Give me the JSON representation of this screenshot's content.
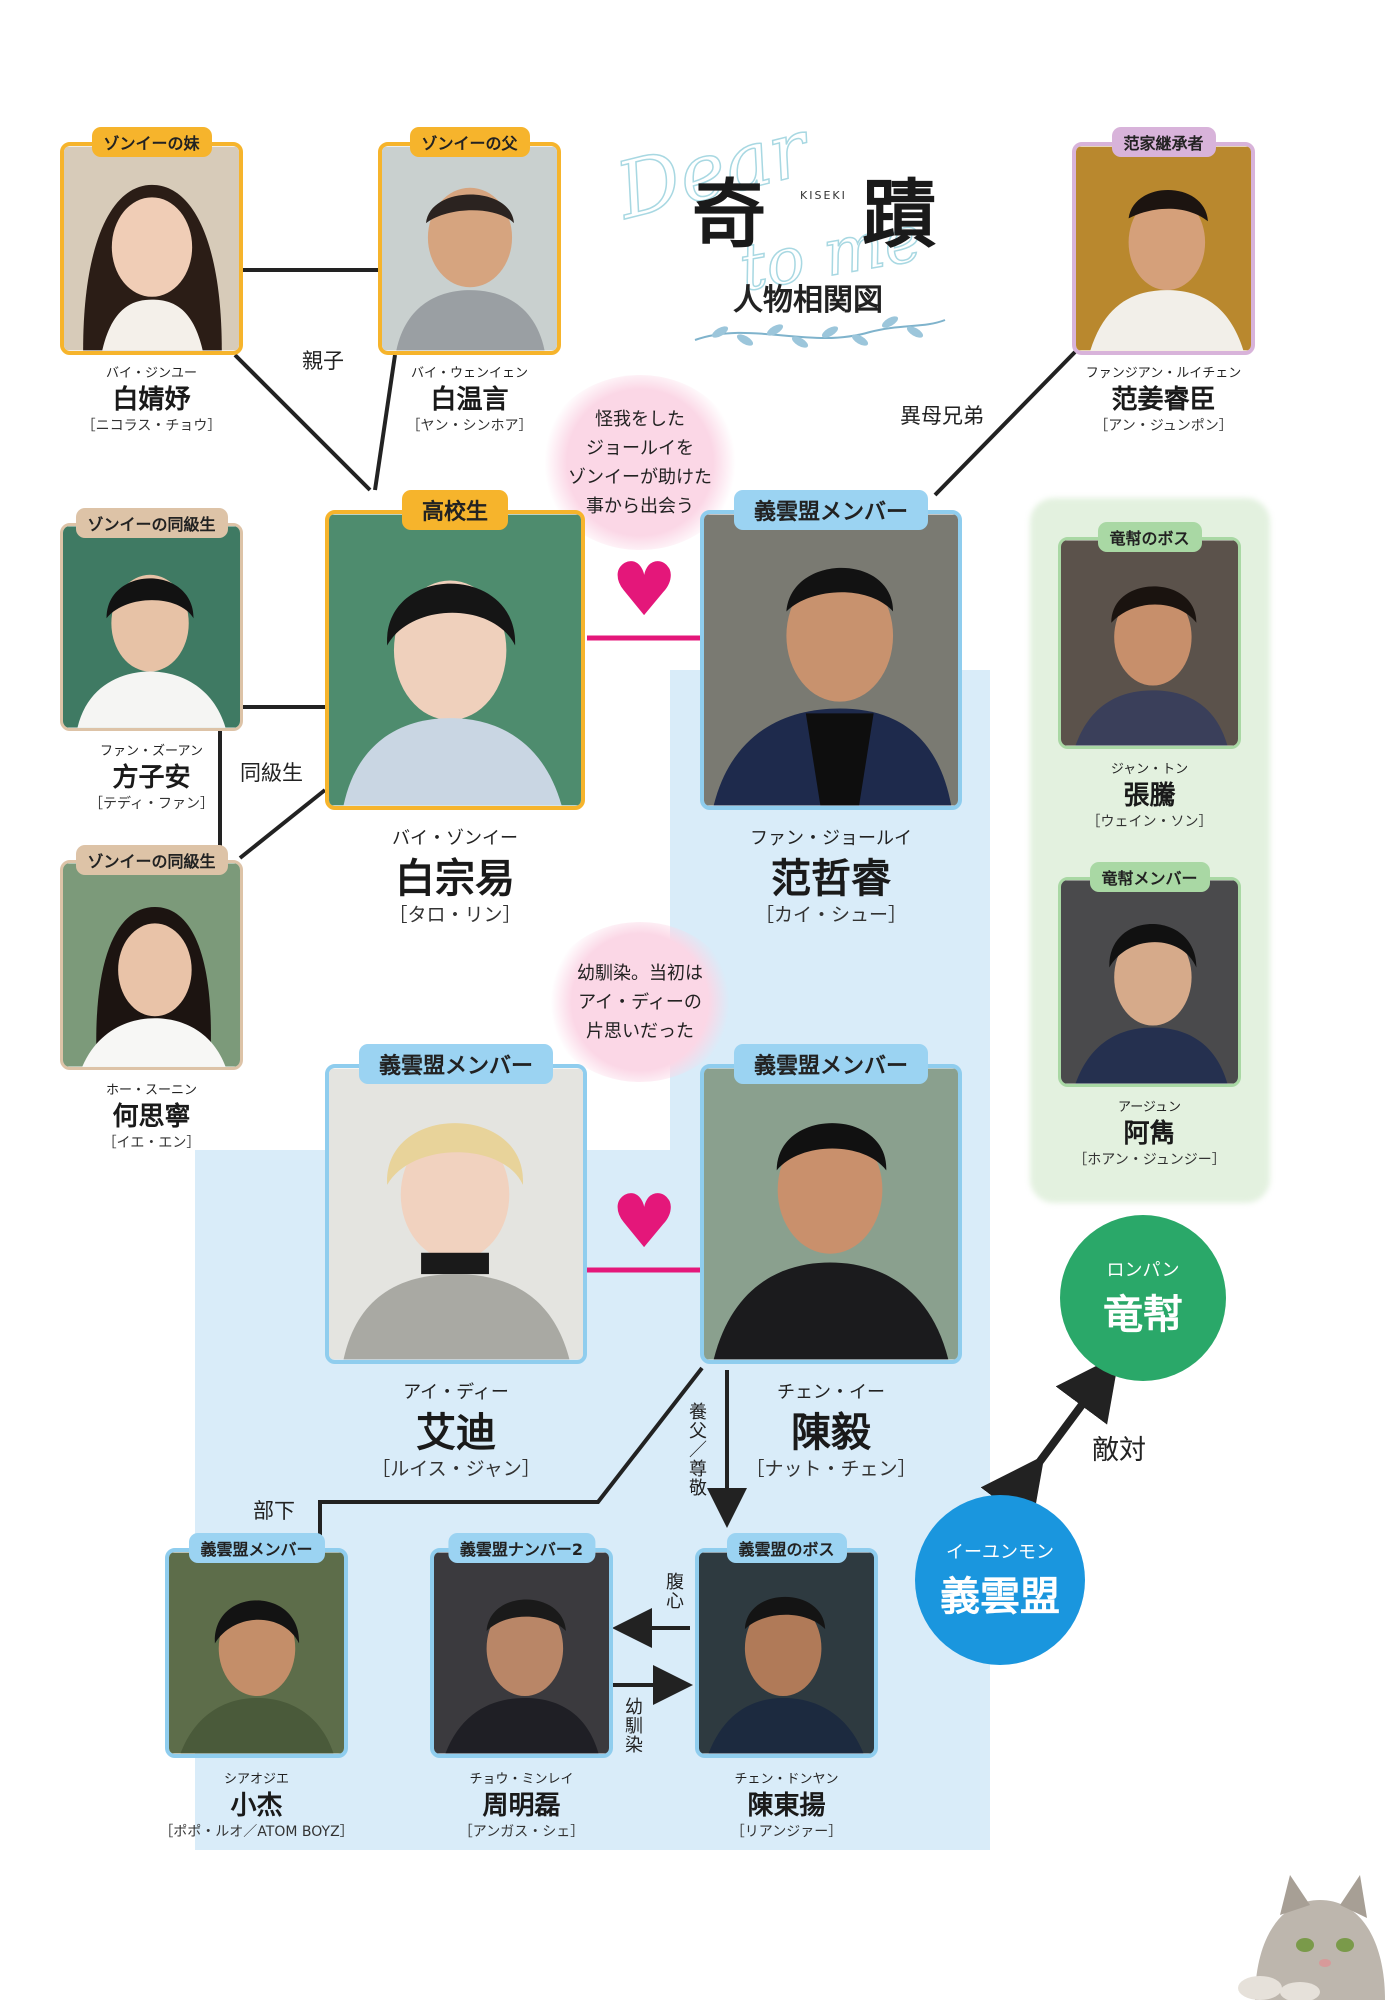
{
  "title": {
    "char1": "奇",
    "char2": "蹟",
    "romaji": "KISEKI",
    "subtitle": "人物相関図",
    "script_line1": "Dear",
    "script_line2": "to me"
  },
  "characters": {
    "bai_jingyu": {
      "tag": "ゾンイーの妹",
      "kana": "バイ・ジンユー",
      "kanji": "白婧妤",
      "actor": "［ニコラス・チョウ］"
    },
    "bai_wenyan": {
      "tag": "ゾンイーの父",
      "kana": "バイ・ウェンイェン",
      "kanji": "白温言",
      "actor": "［ヤン・シンホア］"
    },
    "fan_jiangrui": {
      "tag": "范家継承者",
      "kana": "ファンジアン・ルイチェン",
      "kanji": "范姜睿臣",
      "actor": "［アン・ジュンポン］"
    },
    "fang_ziyan": {
      "tag": "ゾンイーの同級生",
      "kana": "ファン・ズーアン",
      "kanji": "方子安",
      "actor": "［テディ・ファン］"
    },
    "bai_zongyi": {
      "tag": "高校生",
      "kana": "バイ・ゾンイー",
      "kanji": "白宗易",
      "actor": "［タロ・リン］"
    },
    "fan_zherui": {
      "tag": "義雲盟メンバー",
      "kana": "ファン・ジョールイ",
      "kanji": "范哲睿",
      "actor": "［カイ・シュー］"
    },
    "zhang_teng": {
      "tag": "竜幇のボス",
      "kana": "ジャン・トン",
      "kanji": "張騰",
      "actor": "［ウェイン・ソン］"
    },
    "he_sining": {
      "tag": "ゾンイーの同級生",
      "kana": "ホー・スーニン",
      "kanji": "何思寧",
      "actor": "［イエ・エン］"
    },
    "a_jun": {
      "tag": "竜幇メンバー",
      "kana": "アージュン",
      "kanji": "阿雋",
      "actor": "［ホアン・ジュンジー］"
    },
    "ai_di": {
      "tag": "義雲盟メンバー",
      "kana": "アイ・ディー",
      "kanji": "艾迪",
      "actor": "［ルイス・ジャン］"
    },
    "chen_yi": {
      "tag": "義雲盟メンバー",
      "kana": "チェン・イー",
      "kanji": "陳毅",
      "actor": "［ナット・チェン］"
    },
    "xiao_jie": {
      "tag": "義雲盟メンバー",
      "kana": "シアオジエ",
      "kanji": "小杰",
      "actor": "［ポポ・ルオ／ATOM BOYZ］"
    },
    "zhou_minglei": {
      "tag": "義雲盟ナンバー2",
      "kana": "チョウ・ミンレイ",
      "kanji": "周明磊",
      "actor": "［アンガス・シェ］"
    },
    "chen_dongyang": {
      "tag": "義雲盟のボス",
      "kana": "チェン・ドンヤン",
      "kanji": "陳東揚",
      "actor": "［リアンジァー］"
    }
  },
  "relations": {
    "parent_child": "親子",
    "half_brothers": "異母兄弟",
    "classmates": "同級生",
    "subordinate": "部下",
    "foster_father": "養父／尊敬",
    "confidant": "腹心",
    "childhood_friend": "幼馴染",
    "hostile": "敵対"
  },
  "bubbles": {
    "meet": "怪我をした\nジョールイを\nゾンイーが助けた\n事から出会う",
    "crush": "幼馴染。当初は\nアイ・ディーの\n片思いだった"
  },
  "heart_glyph": "♥",
  "gangs": {
    "longbang": {
      "kana": "ロンパン",
      "name": "竜幇"
    },
    "yiyunmeng": {
      "kana": "イーユンモン",
      "name": "義雲盟"
    }
  },
  "colors": {
    "yellow": "#f6b42c",
    "blue": "#8fcdee",
    "beige": "#ddc3a7",
    "purple": "#d8b3da",
    "green": "#a9d8a4",
    "heart": "#e4177a",
    "longbang": "#2aa869",
    "yiyunmeng": "#1a96de"
  }
}
